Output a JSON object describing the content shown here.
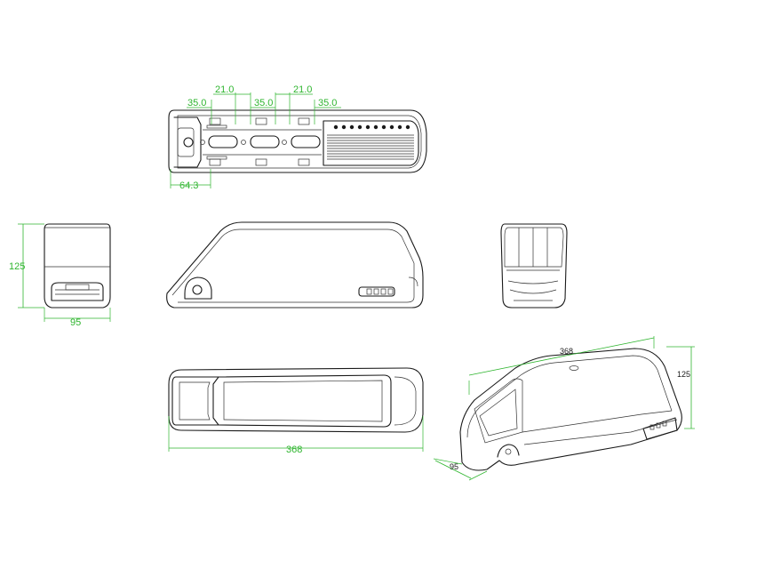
{
  "dimensions": {
    "top_left_pitch": "35.0",
    "top_gap_1": "21.0",
    "top_center_pitch": "35.0",
    "top_gap_2": "21.0",
    "top_right_pitch": "35.0",
    "top_offset": "64.3",
    "side_height": "125",
    "side_width": "95",
    "bottom_length": "368",
    "iso_length": "368",
    "iso_height": "125",
    "iso_width": "95"
  },
  "colors": {
    "dimension": "#2fb52f",
    "outline": "#1a1a1a"
  }
}
